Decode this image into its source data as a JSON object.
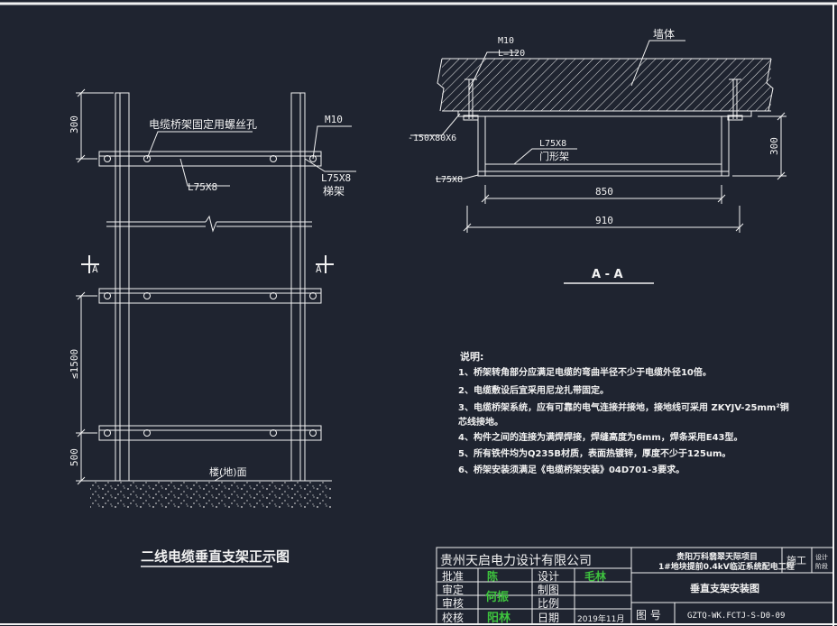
{
  "front_view": {
    "title": "二线电缆垂直支架正示图",
    "label_bolt_hole": "电缆桥架固定用螺丝孔",
    "label_l75_center": "L75X8",
    "label_l75_right": "L75X8",
    "label_m10": "M10",
    "label_ladder": "梯架",
    "dim_300": "300",
    "dim_1500": "≤1500",
    "dim_500": "500",
    "section_mark_left": "A",
    "section_mark_right": "A",
    "ground_label": "楼(地)面"
  },
  "section_view": {
    "title": "A - A",
    "label_wall": "墙体",
    "label_m10": "M10",
    "label_l120": "L=120",
    "label_plate": "-150X80X6",
    "label_l75_top": "L75X8",
    "label_door_frame": "门形架",
    "label_l75_bottom": "L75X8",
    "dim_300": "300",
    "dim_850": "850",
    "dim_910": "910"
  },
  "notes": {
    "heading": "说明:",
    "lines": [
      "1、桥架转角部分应满足电缆的弯曲半径不少于电缆外径10倍。",
      "2、电缆敷设后宜采用尼龙扎带固定。",
      "3、电缆桥架系统，应有可靠的电气连接并接地，接地线可采用  ZKYJV-25mm²铜",
      "芯线接地。",
      "4、构件之间的连接为满焊焊接，焊缝高度为6mm，焊条采用E43型。",
      "5、所有铁件均为Q235B材质，表面热镀锌，厚度不少于125um。",
      "6、桥架安装须满足《电缆桥架安装》04D701-3要求。"
    ]
  },
  "title_block": {
    "company": "贵州天启电力设计有限公司",
    "project_line1": "贵阳万科翡翠天际项目",
    "project_line2": "1#地块提前0.4kV临近系统配电工程",
    "stage_label": "施工",
    "stage_side1": "设计",
    "stage_side2": "阶段",
    "approve": "批准",
    "design": "设计",
    "review": "审定",
    "draw": "制图",
    "audit": "审核",
    "scale": "比例",
    "check": "校核",
    "date": "日期",
    "date_value": "2019年11月",
    "drawing_name": "垂直支架安装图",
    "drawing_no_label": "图  号",
    "drawing_no": "GZTQ-WK.FCTJ-S-D0-09",
    "sig_approve": "陈",
    "sig_review": "何振",
    "sig_audit": "阳林",
    "sig_design": "毛林"
  },
  "colors": {
    "background": "#1f2430",
    "lines": "#f2f2f2",
    "signature": "#3ec43e"
  }
}
